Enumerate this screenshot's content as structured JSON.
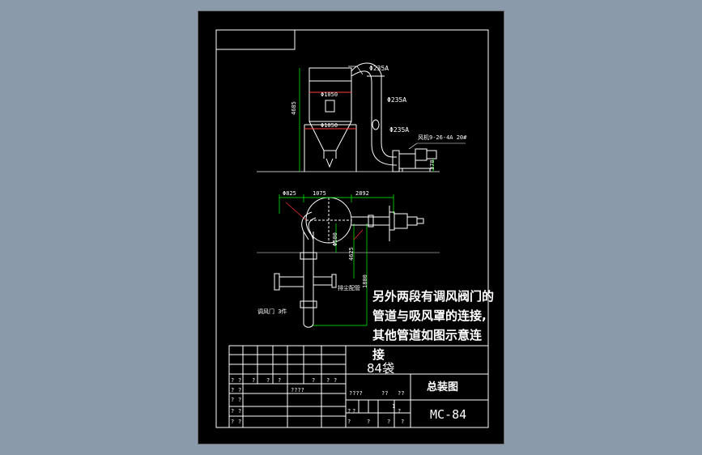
{
  "drawing": {
    "labels": {
      "d1": "Φ235A",
      "d2": "Φ235A",
      "d3": "Φ235A",
      "dia_top": "Φ1050",
      "dia_bot": "Φ1050",
      "height": "4685",
      "fan_note": "风机9-26-4A 20#",
      "fan_h": "370",
      "dim1": "Φ825",
      "dim2": "1075",
      "dim3": "2892",
      "dim4": "Φ500",
      "dim5": "4625",
      "dim6": "1800",
      "pipe_note": "排尘配管",
      "valve_note": "调风门 3件"
    },
    "note_lines": [
      "另外两段有调风阀门的",
      "管道与吸风罩的连接,",
      "其他管道如图示意连",
      "接"
    ]
  },
  "title_block": {
    "project": "84袋",
    "drawing_name": "总装图",
    "drawing_no": "MC-84",
    "row1": [
      "?",
      "?",
      "?",
      "?",
      "?",
      "?",
      "?",
      "?"
    ],
    "row2": [
      "?",
      "?",
      "????"
    ],
    "row3": [
      "?",
      "?"
    ],
    "row4": [
      "?",
      "?",
      "?",
      "?",
      "?"
    ],
    "row5": [
      "?",
      "?",
      "?",
      "?",
      "?",
      "?"
    ],
    "scale_hdr": [
      "????",
      "??",
      "??"
    ],
    "scale_val": [
      "1"
    ]
  }
}
